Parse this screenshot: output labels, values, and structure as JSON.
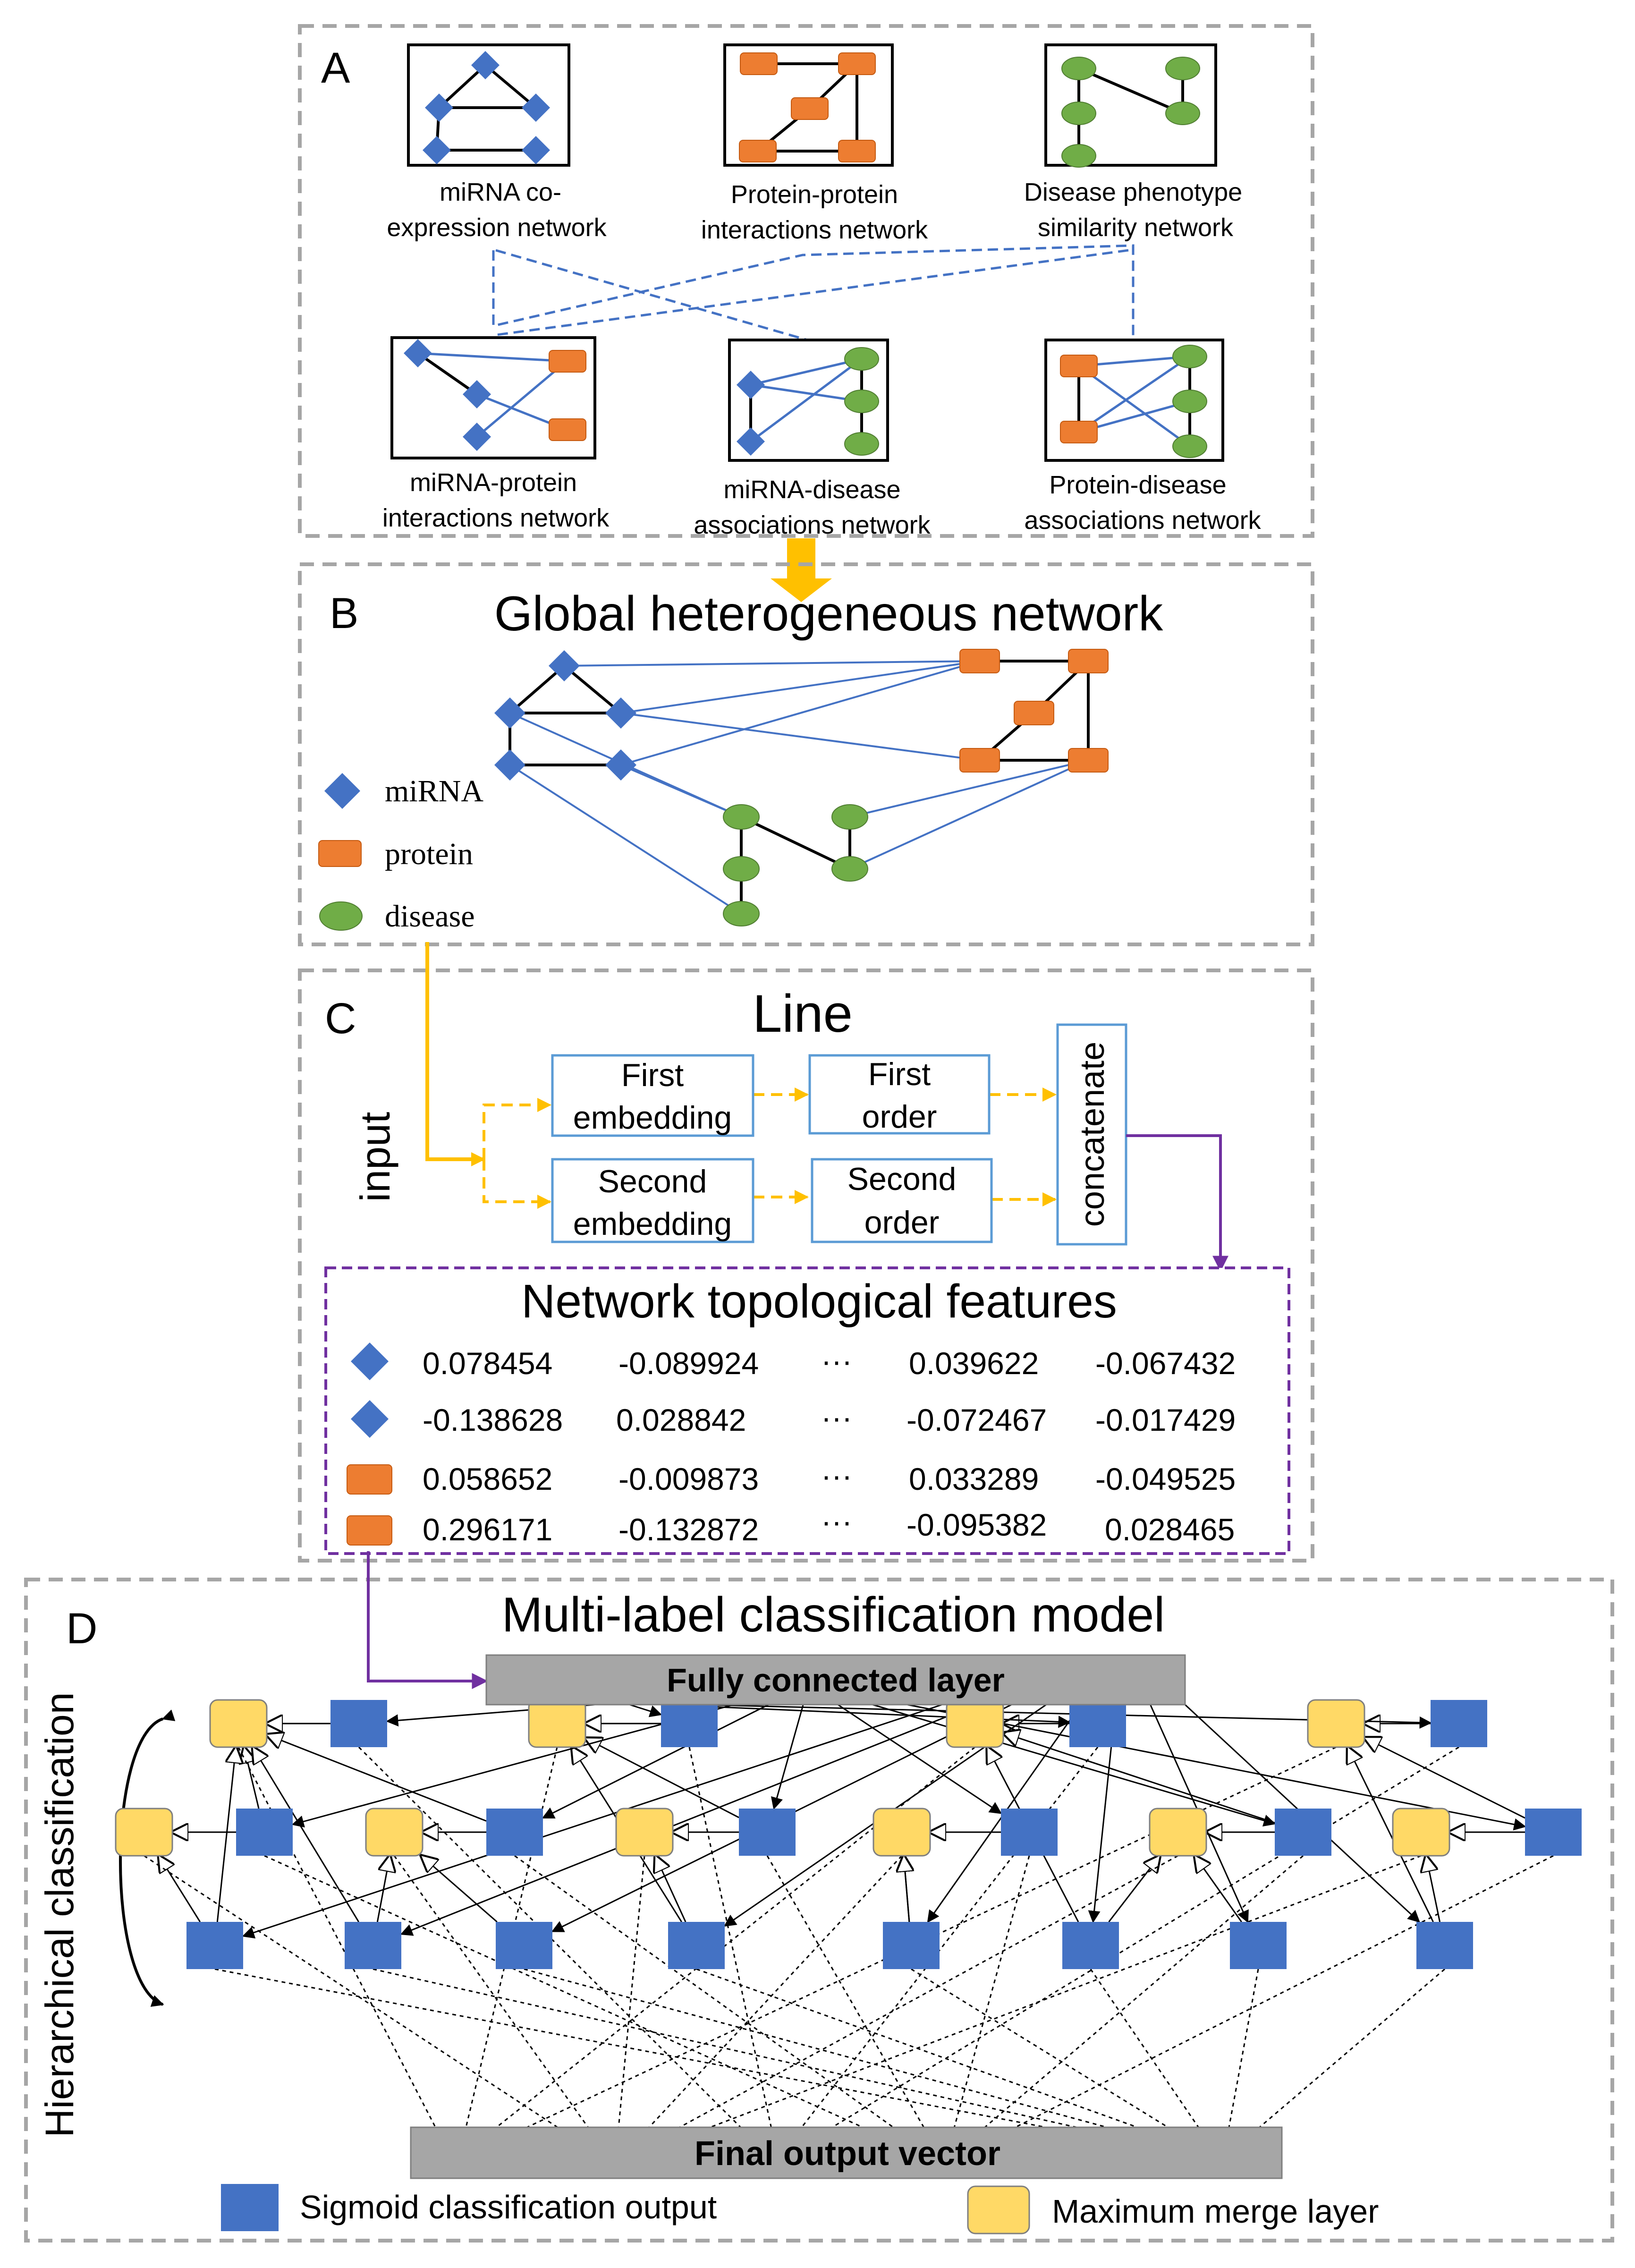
{
  "panels": {
    "a": {
      "letter": "A",
      "networks": [
        {
          "line1": "miRNA co-",
          "line2": "expression network"
        },
        {
          "line1": "Protein-protein",
          "line2": "interactions network"
        },
        {
          "line1": "Disease phenotype",
          "line2": "similarity network"
        },
        {
          "line1": "miRNA-protein",
          "line2": "interactions network"
        },
        {
          "line1": "miRNA-disease",
          "line2": "associations network"
        },
        {
          "line1": "Protein-disease",
          "line2": "associations network"
        }
      ]
    },
    "b": {
      "letter": "B",
      "title": "Global heterogeneous network",
      "legend": [
        {
          "label": "miRNA",
          "shape": "diamond",
          "color": "#4472C4"
        },
        {
          "label": "protein",
          "shape": "rounded-rect",
          "color": "#ED7D31"
        },
        {
          "label": "disease",
          "shape": "ellipse",
          "color": "#70AD47"
        }
      ]
    },
    "c": {
      "letter": "C",
      "title": "Line",
      "input_label": "input",
      "first_embedding": {
        "line1": "First",
        "line2": "embedding"
      },
      "second_embedding": {
        "line1": "Second",
        "line2": "embedding"
      },
      "first_order": {
        "line1": "First",
        "line2": "order"
      },
      "second_order": {
        "line1": "Second",
        "line2": "order"
      },
      "concatenate": "concatenate",
      "features": {
        "title": "Network topological features",
        "ellipsis": "···",
        "rows": [
          {
            "type": "miRNA",
            "values": [
              "0.078454",
              "-0.089924",
              "0.039622",
              "-0.067432"
            ]
          },
          {
            "type": "miRNA",
            "values": [
              "-0.138628",
              "0.028842",
              "-0.072467",
              "-0.017429"
            ]
          },
          {
            "type": "protein",
            "values": [
              "0.058652",
              "-0.009873",
              "0.033289",
              "-0.049525"
            ]
          },
          {
            "type": "protein",
            "values": [
              "0.296171",
              "-0.132872",
              "-0.095382",
              "0.028465"
            ]
          }
        ]
      }
    },
    "d": {
      "letter": "D",
      "title": "Multi-label classification model",
      "fc_layer": "Fully connected layer",
      "output_vector": "Final output vector",
      "side_label": "Hierarchical classification",
      "legend_sigmoid": "Sigmoid classification output",
      "legend_merge": "Maximum merge layer"
    }
  },
  "colors": {
    "mirna": "#4472C4",
    "protein": "#ED7D31",
    "disease": "#70AD47",
    "sigmoid": "#4472C4",
    "merge": "#FFD966",
    "flow_arrow": "#FFC000",
    "features_border": "#7030A0",
    "gray_bar": "#A6A6A6",
    "dashed_panel": "#A6A6A6",
    "embed_border": "#5B9BD5"
  }
}
